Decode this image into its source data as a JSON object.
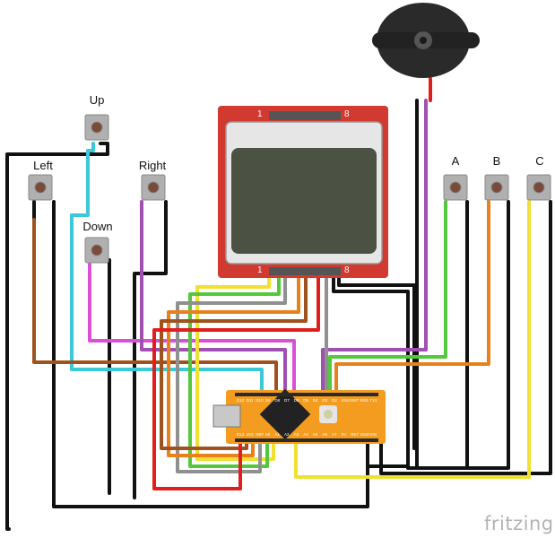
{
  "diagram": {
    "buttons": {
      "up": "Up",
      "down": "Down",
      "left": "Left",
      "right": "Right",
      "a": "A",
      "b": "B",
      "c": "C"
    },
    "lcd": {
      "pin_first": "1",
      "pin_last": "8"
    },
    "board_pins_top": [
      "D12",
      "D11",
      "D10",
      "D9",
      "D8",
      "D7",
      "D6",
      "D5",
      "D4",
      "D3",
      "D2",
      "GND",
      "RST",
      "RX0",
      "TX1"
    ],
    "board_pins_bottom": [
      "D13",
      "3V3",
      "REF",
      "A0",
      "A1",
      "A2",
      "A3",
      "A4",
      "A5",
      "A6",
      "A7",
      "5V",
      "RST",
      "GND",
      "VIN"
    ],
    "watermark": "fritzing",
    "colors": {
      "black": "#111111",
      "cyan": "#3cc8d8",
      "magenta": "#d84fd8",
      "purple": "#a050b0",
      "brown": "#a0521e",
      "yellow": "#f0e030",
      "green": "#54c83c",
      "orange": "#e8801e",
      "red": "#e01e1e",
      "gray": "#909090",
      "board": "#f39c1f",
      "lcd_red": "#d03a30"
    }
  }
}
